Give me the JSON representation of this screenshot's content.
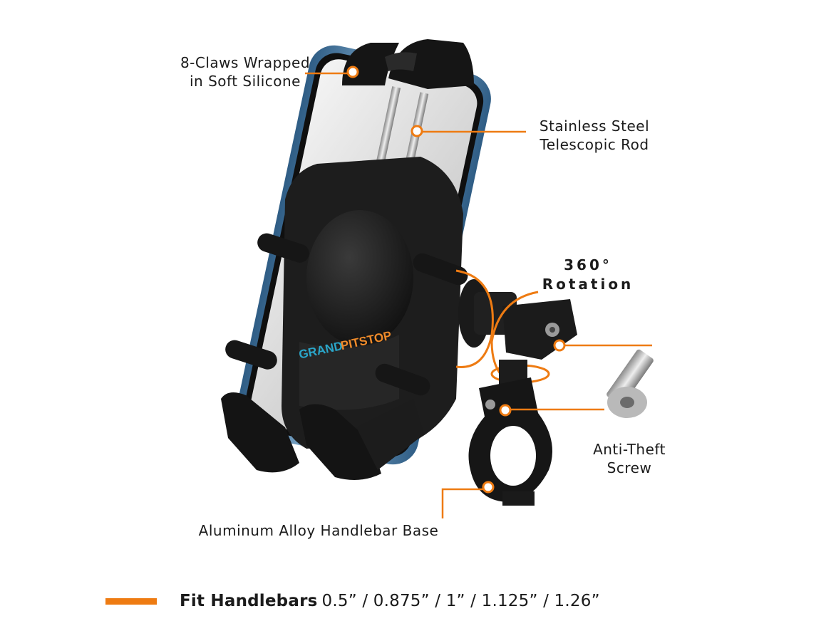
{
  "brand": {
    "word1": "GRAND",
    "word2": "PITSTOP"
  },
  "callouts": {
    "claws": {
      "line1": "8-Claws Wrapped",
      "line2": "in Soft Silicone"
    },
    "rod": {
      "line1": "Stainless Steel",
      "line2": "Telescopic Rod"
    },
    "rotation": {
      "line1": "360°",
      "line2": "Rotation"
    },
    "screw": {
      "line1": "Anti-Theft",
      "line2": "Screw"
    },
    "base": {
      "text": "Aluminum Alloy Handlebar Base"
    }
  },
  "footer": {
    "label_bold": "Fit Handlebars",
    "sizes": "0.5” / 0.875” / 1” / 1.125” / 1.26”"
  },
  "colors": {
    "accent": "#ee7b12",
    "phone_frame": "#5d8fb5",
    "holder": "#1d1d1d"
  }
}
